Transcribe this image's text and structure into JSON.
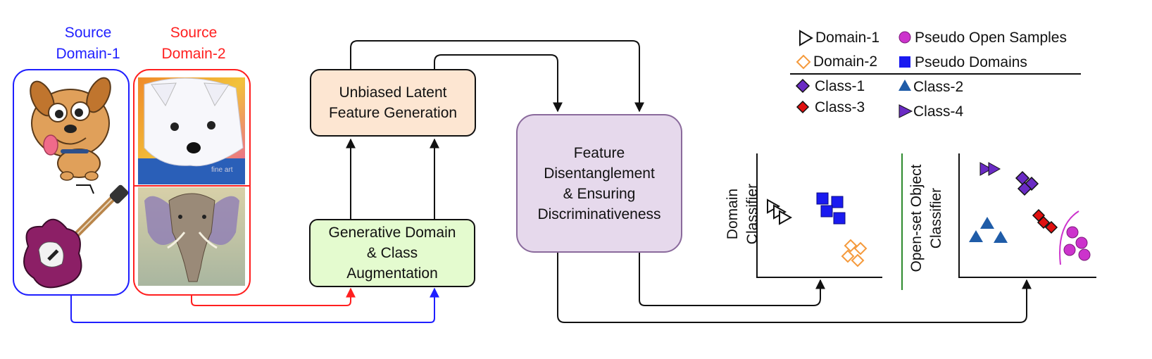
{
  "sources": {
    "domain1": {
      "line1": "Source",
      "line2": "Domain-1",
      "color": "#1f1fff"
    },
    "domain2": {
      "line1": "Source",
      "line2": "Domain-2",
      "color": "#ff1f1f"
    }
  },
  "boxes": {
    "unbiased": {
      "line1": "Unbiased Latent",
      "line2": "Feature Generation",
      "fill": "#fde6d2"
    },
    "generative": {
      "line1": "Generative Domain",
      "line2": "& Class",
      "line3": "Augmentation",
      "fill": "#e4fbcf"
    },
    "disentangle": {
      "line1": "Feature",
      "line2": "Disentanglement",
      "line3": "& Ensuring",
      "line4": "Discriminativeness",
      "fill": "#e6d9ec"
    }
  },
  "legend": {
    "domain1": "Domain-1",
    "domain2": "Domain-2",
    "pseudo_open": "Pseudo Open Samples",
    "pseudo_domains": "Pseudo Domains",
    "class1": "Class-1",
    "class2": "Class-2",
    "class3": "Class-3",
    "class4": "Class-4"
  },
  "plots": {
    "domain": {
      "line1": "Domain",
      "line2": "Classifier"
    },
    "openset": {
      "line1": "Open-set Object",
      "line2": "Classifier"
    }
  },
  "colors": {
    "domain2": "#f59a3c",
    "pseudo_open": "#cc33cc",
    "pseudo_domains": "#1a1af0",
    "class1": "#6a2bc4",
    "class2": "#1f5ca8",
    "class3": "#e01010",
    "class4": "#6a2bc4",
    "separator": "#2e8b2e"
  },
  "icons": {
    "puppy": "puppy-cartoon-icon",
    "guitar": "guitar-icon",
    "dog_painting": "dog-painting-icon",
    "elephant_painting": "elephant-painting-icon"
  }
}
